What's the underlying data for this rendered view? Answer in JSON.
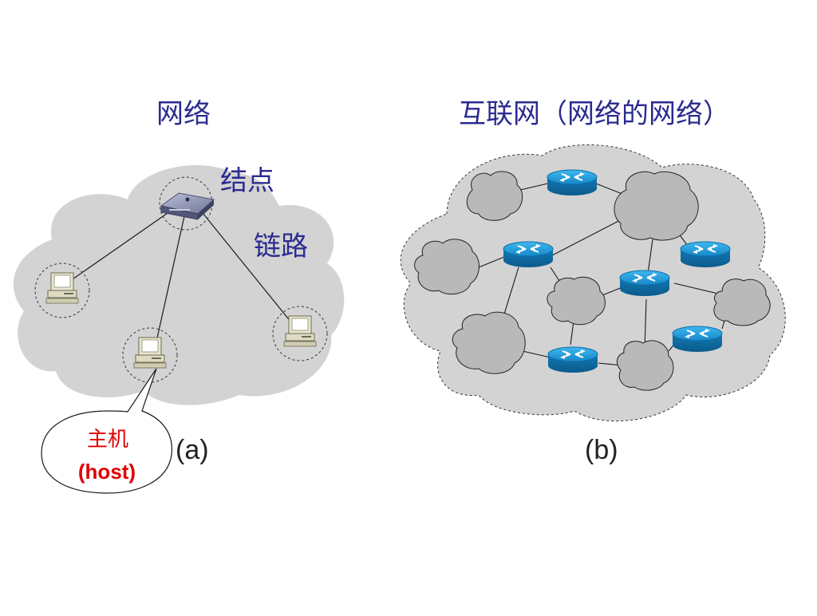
{
  "panel_a": {
    "title": "网络",
    "node_label": "结点",
    "link_label": "链路",
    "host_label_zh": "主机",
    "host_label_en": "(host)",
    "caption": "(a)"
  },
  "panel_b": {
    "title": "互联网（网络的网络）",
    "caption": "(b)"
  },
  "colors": {
    "cloud_fill": "#d3d3d3",
    "label_navy": "#2b2b8f",
    "host_red": "#e00000",
    "router_blue": "#1a8fd0",
    "small_cloud": "#b9b9b9"
  }
}
